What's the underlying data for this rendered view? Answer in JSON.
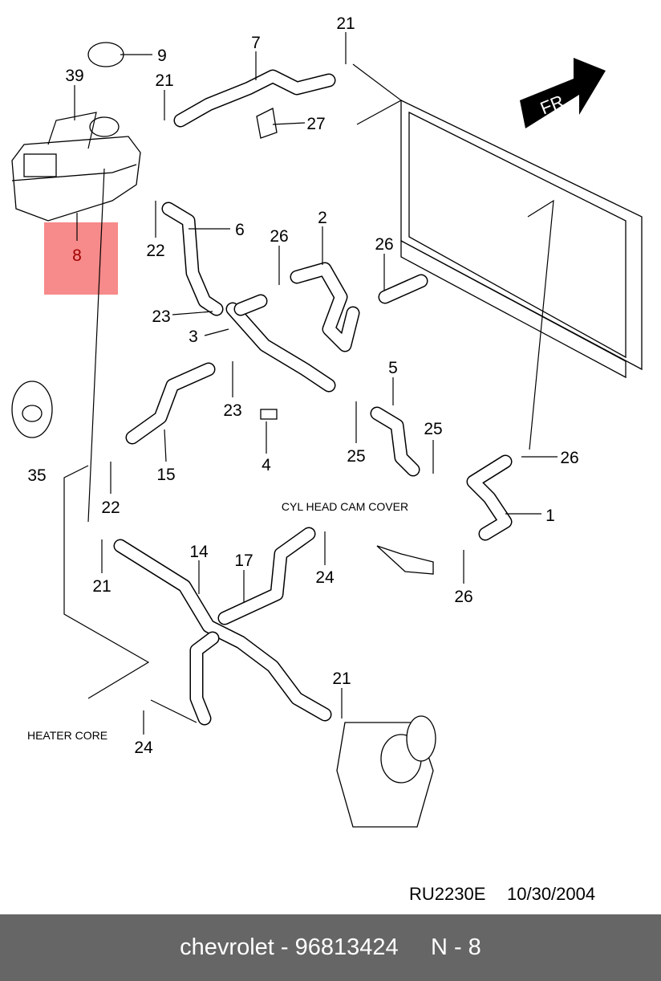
{
  "diagram": {
    "callouts": [
      "21",
      "7",
      "9",
      "39",
      "21",
      "27",
      "2",
      "6",
      "26",
      "26",
      "22",
      "8",
      "23",
      "3",
      "5",
      "23",
      "25",
      "35",
      "4",
      "25",
      "15",
      "26",
      "22",
      "1",
      "21",
      "14",
      "17",
      "24",
      "26",
      "21",
      "24"
    ],
    "highlighted_callout": "8",
    "highlight_color": "#f78a8a",
    "notes": {
      "cam_cover": "CYL HEAD CAM COVER",
      "heater_core": "HEATER CORE"
    },
    "direction_badge": "FR",
    "reference": {
      "code": "RU2230E",
      "date": "10/30/2004"
    }
  },
  "footer": {
    "brand": "chevrolet",
    "separator": "-",
    "part_number": "96813424",
    "position": "N - 8"
  }
}
